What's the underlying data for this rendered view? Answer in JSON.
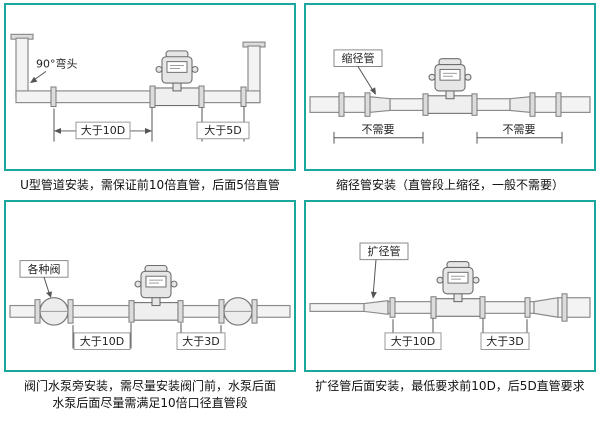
{
  "theme": {
    "border_color": "#1aa79d",
    "line_color": "#777777",
    "text_color": "#111111"
  },
  "panels": {
    "u_type": {
      "caption": "U型管道安装，需保证前10倍直管，后面5倍直管",
      "elbow_label": "90°弯头",
      "dim_left": "大于10D",
      "dim_right": "大于5D"
    },
    "reducer": {
      "caption": "缩径管安装（直管段上缩径，一般不需要）",
      "part_label": "缩径管",
      "dim_left": "不需要",
      "dim_right": "不需要"
    },
    "valve_pump": {
      "caption_line1": "阀门水泵旁安装，需尽量安装阀门前，水泵后面",
      "caption_line2": "水泵后面尽量需满足10倍口径直管段",
      "part_label": "各种阀",
      "dim_left": "大于10D",
      "dim_right": "大于3D"
    },
    "expander": {
      "caption": "扩径管后面安装，最低要求前10D，后5D直管要求",
      "part_label": "扩径管",
      "dim_left": "大于10D",
      "dim_right": "大于3D"
    }
  }
}
